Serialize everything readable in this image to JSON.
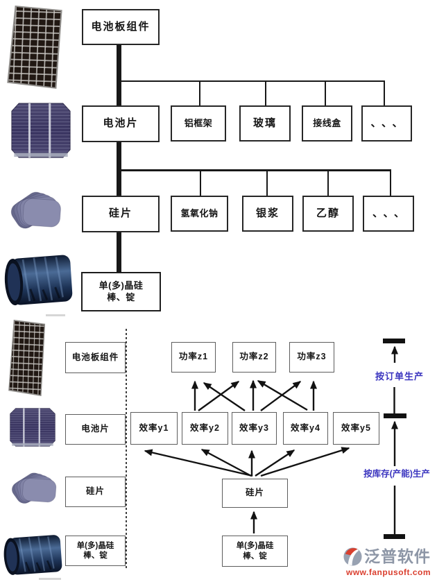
{
  "colors": {
    "line": "#181818",
    "annotation_blue": "#3a34bf",
    "logo_gray": "#8d96a6",
    "logo_red": "#da3e2e",
    "box_border_top": "#262626",
    "box_border_bottom": "#5c5c5c"
  },
  "bom_tree": {
    "root": "电池板组件",
    "level2": [
      "电池片",
      "铝框架",
      "玻璃",
      "接线盒",
      "、、、"
    ],
    "level3": [
      "硅片",
      "氢氧化钠",
      "银浆",
      "乙醇",
      "、、、"
    ],
    "level4": "单(多)晶硅\n棒、锭"
  },
  "planning": {
    "row_labels": [
      "电池板组件",
      "电池片",
      "硅片",
      "单(多)晶硅\n棒、锭"
    ],
    "power": [
      "功率z1",
      "功率z2",
      "功率z3"
    ],
    "efficiency": [
      "效率y1",
      "效率y2",
      "效率y3",
      "效率y4",
      "效率y5"
    ],
    "center": [
      "硅片",
      "单(多)晶硅\n棒、锭"
    ],
    "by_order_label": "按订单生产",
    "by_stock_label": "按库存(产能)生产"
  },
  "images": {
    "panel": "solar-panel-photo",
    "cell": "solar-cell-photo",
    "wafers": "silicon-wafer-stack-photo",
    "ingot": "silicon-ingot-photo"
  },
  "logo": {
    "name": "泛普软件",
    "url": "www.fanpusoft.com"
  }
}
